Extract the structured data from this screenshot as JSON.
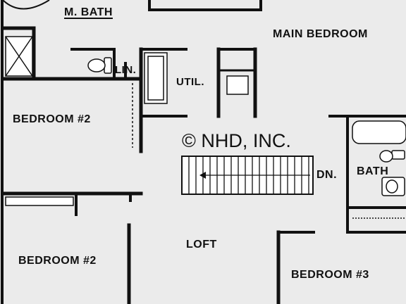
{
  "rooms": {
    "m_bath": "M. BATH",
    "main_bedroom": "MAIN BEDROOM",
    "lin": "LIN.",
    "util": "UTIL.",
    "bedroom_upper": "BEDROOM #2",
    "bath": "BATH",
    "dn": "DN.",
    "loft": "LOFT",
    "bedroom_lower": "BEDROOM #2",
    "bedroom_3": "BEDROOM #3"
  },
  "copyright": "© NHD, INC.",
  "colors": {
    "wall": "#111111",
    "floor": "#ebebeb",
    "fixture": "#ffffff"
  }
}
